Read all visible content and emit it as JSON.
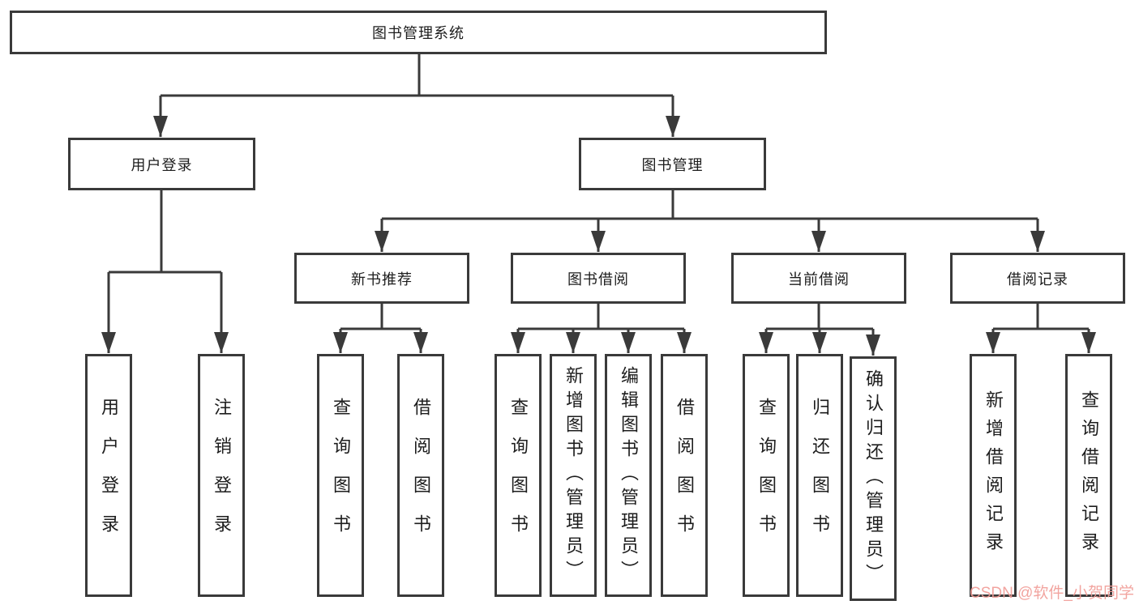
{
  "diagram": {
    "type": "hierarchy-tree",
    "nodes": {
      "root": "图书管理系统",
      "user_login": "用户登录",
      "book_mgmt": "图书管理",
      "new_book_rec": "新书推荐",
      "book_borrow": "图书借阅",
      "current_borrow": "当前借阅",
      "borrow_records": "借阅记录",
      "login": "用户登录",
      "logout": "注销登录",
      "rec_query_book": "查询图书",
      "rec_borrow_book": "借阅图书",
      "bb_query_book": "查询图书",
      "bb_add_book": "新增图书（管理员）",
      "bb_edit_book": "编辑图书（管理员）",
      "bb_borrow_book": "借阅图书",
      "cur_query_book": "查询图书",
      "cur_return_book": "归还图书",
      "cur_confirm_return": "确认归还（管理员）",
      "br_add_record": "新增借阅记录",
      "br_query_record": "查询借阅记录"
    },
    "structure": {
      "图书管理系统": {
        "用户登录": [
          "用户登录",
          "注销登录"
        ],
        "图书管理": {
          "新书推荐": [
            "查询图书",
            "借阅图书"
          ],
          "图书借阅": [
            "查询图书",
            "新增图书（管理员）",
            "编辑图书（管理员）",
            "借阅图书"
          ],
          "当前借阅": [
            "查询图书",
            "归还图书",
            "确认归还（管理员）"
          ],
          "借阅记录": [
            "新增借阅记录",
            "查询借阅记录"
          ]
        }
      }
    }
  },
  "watermark": {
    "text": "CSDN @软件_小贺同学"
  },
  "colors": {
    "line": "#3a3a3a",
    "text": "#1d1d1d",
    "bg": "#ffffff",
    "watermark": "#f19b95"
  }
}
